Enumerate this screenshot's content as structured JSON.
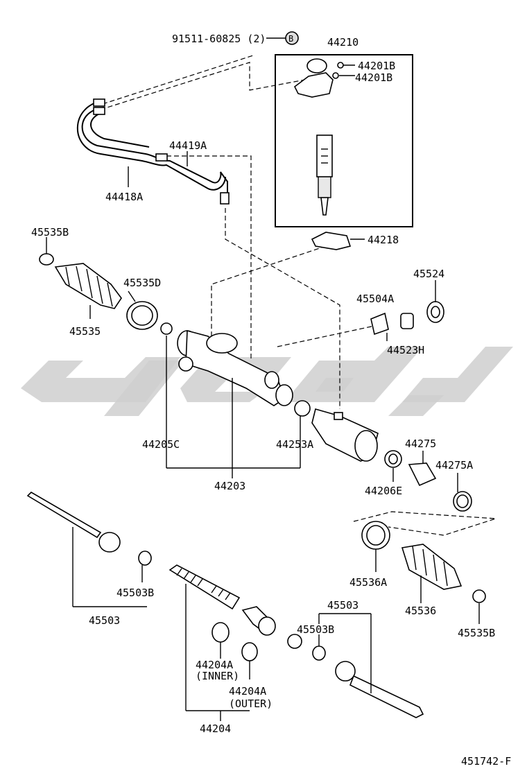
{
  "diagram": {
    "labels": {
      "bolt_91511": "91511-60825 (2)",
      "circle_b": "B",
      "p44210": "44210",
      "p44201b_1": "44201B",
      "p44201b_2": "44201B",
      "p44419a": "44419A",
      "p44418a": "44418A",
      "p45535b_top": "45535B",
      "p44218": "44218",
      "p45535d": "45535D",
      "p45535": "45535",
      "p45524": "45524",
      "p45504a": "45504A",
      "p44523h": "44523H",
      "p44205c": "44205C",
      "p44253a": "44253A",
      "p44203": "44203",
      "p44275": "44275",
      "p44275a": "44275A",
      "p44206e": "44206E",
      "p45503b_left": "45503B",
      "p45503_left": "45503",
      "p45536a": "45536A",
      "p45536": "45536",
      "p45503_right": "45503",
      "p45503b_right": "45503B",
      "p45535b_bottom": "45535B",
      "p44204a_inner": "44204A",
      "inner_note": "(INNER)",
      "p44204a_outer": "44204A",
      "outer_note": "(OUTER)",
      "p44204": "44204",
      "figure_id": "451742-F"
    }
  }
}
